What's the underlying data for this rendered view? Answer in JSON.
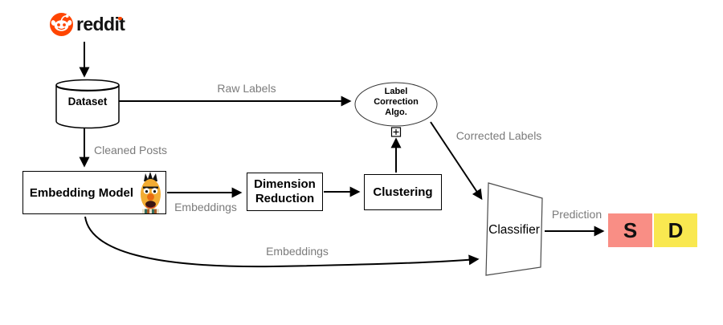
{
  "logo": {
    "wordmark": "reddit",
    "brand_color": "#FF4500"
  },
  "nodes": {
    "dataset": {
      "label": "Dataset",
      "shape": "cylinder"
    },
    "label_correction": {
      "lines": [
        "Label",
        "Correction",
        "Algo."
      ],
      "shape": "ellipse",
      "expander_glyph": "+"
    },
    "embedding_model": {
      "label": "Embedding Model",
      "shape": "rect",
      "icon": "bert-mascot"
    },
    "dimension_reduction": {
      "lines": [
        "Dimension",
        "Reduction"
      ],
      "shape": "rect"
    },
    "clustering": {
      "label": "Clustering",
      "shape": "rect"
    },
    "classifier": {
      "label": "Classifier",
      "shape": "trapezoid"
    },
    "outputs": [
      {
        "label": "S",
        "color": "#F98E85"
      },
      {
        "label": "D",
        "color": "#F9E850"
      }
    ]
  },
  "edge_labels": {
    "raw_labels": "Raw Labels",
    "cleaned_posts": "Cleaned Posts",
    "embeddings_short": "Embeddings",
    "embeddings_long": "Embeddings",
    "corrected_labels": "Corrected Labels",
    "prediction": "Prediction"
  },
  "colors": {
    "edge_label_gray": "#7b7b7b",
    "arrow_black": "#000000",
    "reddit_orange": "#FF4500",
    "output_s": "#F98E85",
    "output_d": "#F9E850"
  }
}
